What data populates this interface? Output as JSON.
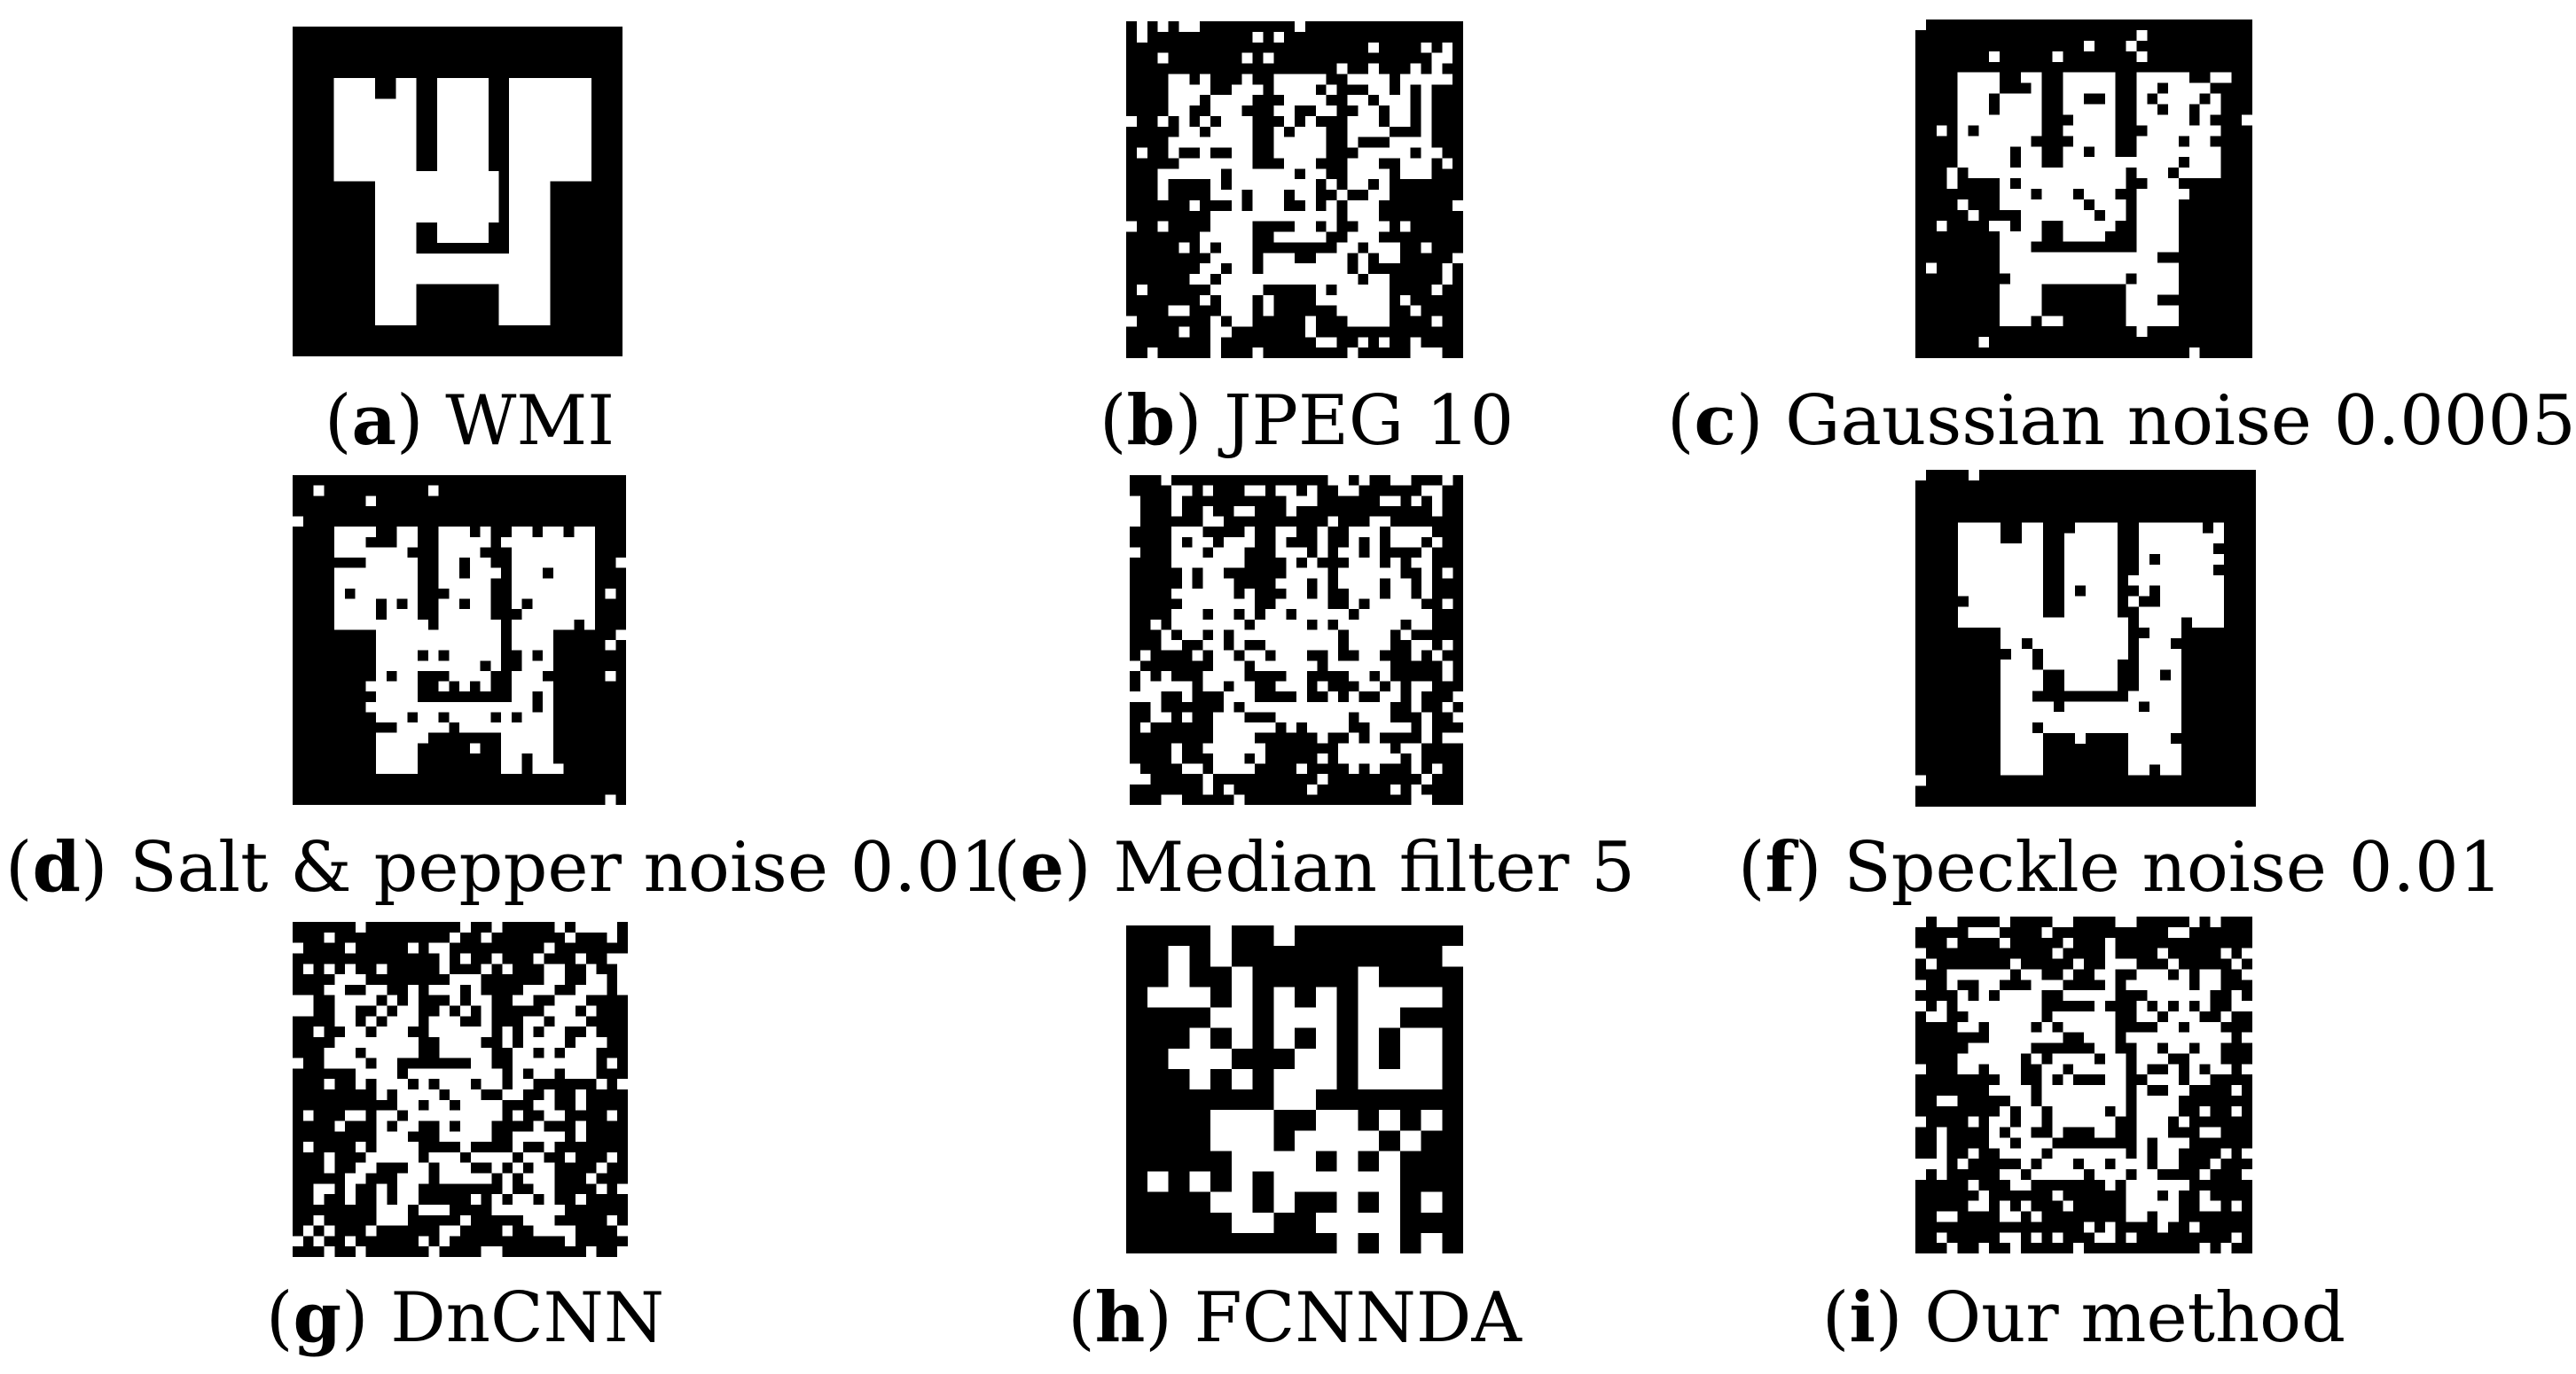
{
  "figure": {
    "panels": [
      {
        "id": "a",
        "letter": "a",
        "label": "WMI",
        "pattern": "clean"
      },
      {
        "id": "b",
        "letter": "b",
        "label": "JPEG 10",
        "pattern": "jpeg"
      },
      {
        "id": "c",
        "letter": "c",
        "label": "Gaussian noise 0.0005",
        "pattern": "gaussian"
      },
      {
        "id": "d",
        "letter": "d",
        "label": "Salt & pepper noise 0.01",
        "pattern": "saltpepper"
      },
      {
        "id": "e",
        "letter": "e",
        "label": "Median filter 5",
        "pattern": "median"
      },
      {
        "id": "f",
        "letter": "f",
        "label": "Speckle noise 0.01",
        "pattern": "speckle"
      },
      {
        "id": "g",
        "letter": "g",
        "label": "DnCNN",
        "pattern": "dncnn"
      },
      {
        "id": "h",
        "letter": "h",
        "label": "FCNNDA",
        "pattern": "fcnnda"
      },
      {
        "id": "i",
        "letter": "i",
        "label": "Our method",
        "pattern": "ours"
      }
    ]
  },
  "colors": {
    "background": "#000000",
    "foreground": "#ffffff"
  }
}
